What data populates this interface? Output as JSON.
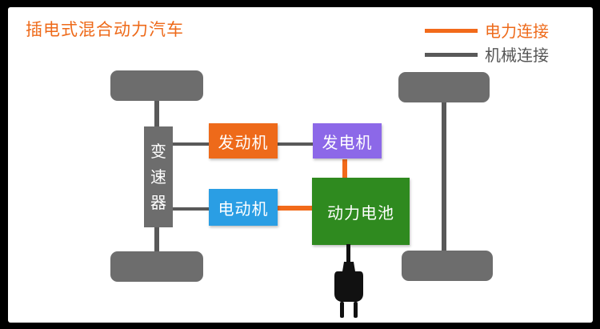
{
  "title": "插电式混合动力汽车",
  "legend": {
    "electric": {
      "label": "电力连接",
      "color": "#f26a1a"
    },
    "mechanical": {
      "label": "机械连接",
      "color": "#595959"
    }
  },
  "components": {
    "transmission": {
      "chars": [
        "变",
        "速",
        "器"
      ],
      "color": "#6d6d6d"
    },
    "engine": {
      "label": "发动机",
      "color": "#ee6a1a"
    },
    "generator": {
      "label": "发电机",
      "color": "#8c68e8"
    },
    "motor": {
      "label": "电动机",
      "color": "#2a9ee4"
    },
    "battery": {
      "label": "动力电池",
      "color": "#2f8a1f"
    }
  },
  "icons": {
    "plug": "plug-icon"
  }
}
